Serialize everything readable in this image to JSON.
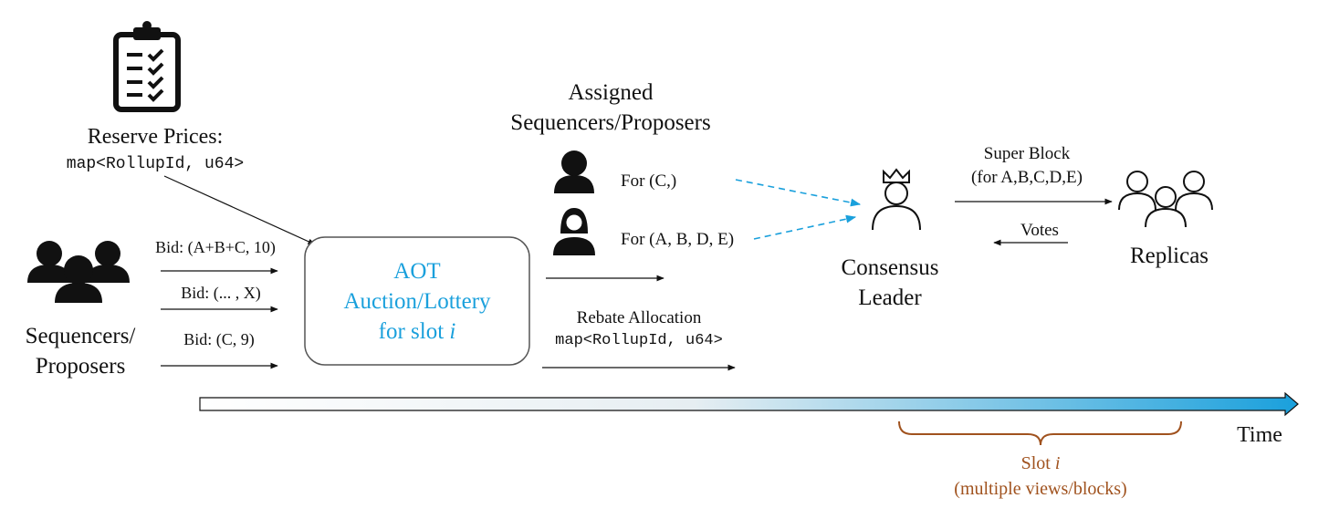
{
  "reserve_prices": {
    "label": "Reserve Prices:",
    "type": "map<RollupId, u64>",
    "icon": "clipboard-checklist-icon"
  },
  "sequencers": {
    "line1": "Sequencers/",
    "line2": "Proposers",
    "icon": "group-of-people-icon"
  },
  "bids": [
    "Bid: (A+B+C, 10)",
    "Bid: (... , X)",
    "Bid: (C, 9)"
  ],
  "auction": {
    "line1": "AOT",
    "line2": "Auction/Lottery",
    "line3_prefix": "for slot ",
    "line3_var": "i",
    "color": "#1aa0dc"
  },
  "assigned": {
    "title_line1": "Assigned",
    "title_line2": "Sequencers/Proposers",
    "proposers": [
      {
        "label": "For (C,)",
        "icon": "person-icon"
      },
      {
        "label": "For (A, B, D, E)",
        "icon": "woman-icon"
      }
    ]
  },
  "rebate": {
    "label": "Rebate Allocation",
    "type": "map<RollupId, u64>"
  },
  "leader": {
    "line1": "Consensus",
    "line2": "Leader",
    "icon": "crowned-person-icon"
  },
  "super_block": {
    "line1": "Super Block",
    "line2": "(for A,B,C,D,E)"
  },
  "votes": "Votes",
  "replicas": {
    "label": "Replicas",
    "icon": "three-people-outline-icon"
  },
  "timeline": {
    "label": "Time",
    "gradient_end_color": "#1aa0dc"
  },
  "slot": {
    "line1_prefix": "Slot ",
    "line1_var": "i",
    "line2": "(multiple views/blocks)",
    "color": "#a0521e"
  }
}
